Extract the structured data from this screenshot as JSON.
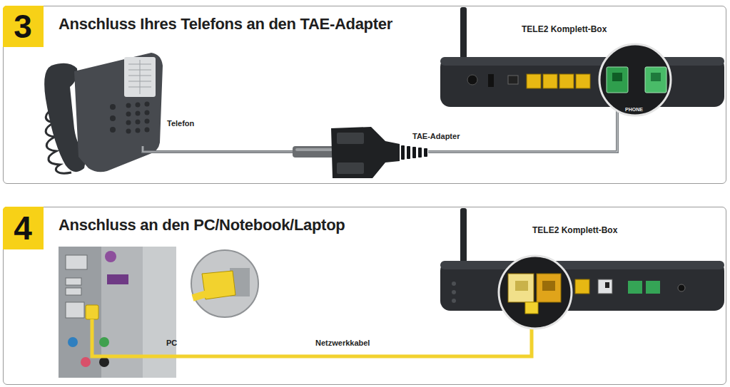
{
  "diagram": {
    "nodes": [
      {
        "text": [
          "Anschluss Ihres Telefons an den TAE-Adapter"
        ]
      },
      {
        "text": [
          "3"
        ],
        "in": 0
      },
      {
        "text": [
          "Anschluss an den PC/Notebook/Laptop"
        ]
      },
      {
        "text": [
          "4"
        ],
        "in": 2
      }
    ],
    "labels": [
      "TELE2 Komplett-Box",
      "Telefon",
      "TAE-Adapter",
      "PHONE",
      "TELE2 Komplett-Box",
      "PC",
      "Netzwerkkabel"
    ]
  }
}
